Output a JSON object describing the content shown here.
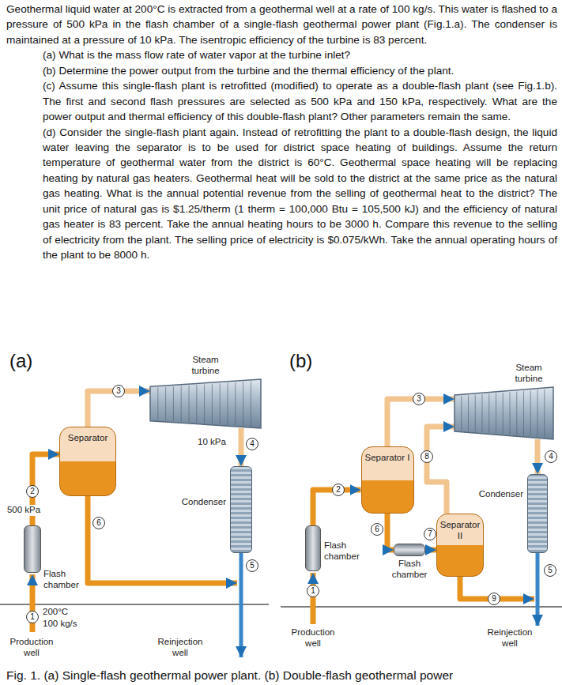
{
  "diagram": {
    "caption": "Fig. 1. (a) Single-flash geothermal power plant. (b) Double-flash geothermal power",
    "nodes": [
      {
        "text": [
          "Steam turbine"
        ]
      },
      {
        "text": [
          "Separator"
        ]
      },
      {
        "text": [
          "Condenser"
        ]
      },
      {
        "text": [
          "Flash chamber"
        ]
      },
      {
        "text": [
          "Steam turbine"
        ]
      },
      {
        "text": [
          "Separator I"
        ]
      },
      {
        "text": [
          "Separator II"
        ]
      },
      {
        "text": [
          "Condenser"
        ]
      },
      {
        "text": [
          "Flash chamber"
        ]
      },
      {
        "text": [
          "Flash chamber"
        ]
      }
    ],
    "edges": [
      {
        "from": 3,
        "to": 1,
        "arrow": "to"
      },
      {
        "from": 1,
        "to": 0,
        "arrow": "to"
      },
      {
        "from": 0,
        "to": 2,
        "arrow": "to"
      },
      {
        "from": 8,
        "to": 5,
        "arrow": "to"
      },
      {
        "from": 5,
        "to": 4,
        "arrow": "to"
      },
      {
        "from": 5,
        "to": 9,
        "arrow": "to"
      },
      {
        "from": 9,
        "to": 6,
        "arrow": "to"
      },
      {
        "from": 6,
        "to": 4,
        "arrow": "to"
      },
      {
        "from": 4,
        "to": 7,
        "arrow": "to"
      }
    ],
    "labels": [
      "Geothermal liquid water at 200°C is extracted from a geothermal well at a rate of 100 kg/s. This water is flashed to a pressure of 500 kPa in the flash chamber of a single-flash geothermal power plant (Fig.1.a). The condenser is maintained at a pressure of 10 kPa. The isentropic efficiency of the turbine is 83 percent.",
      "(a) What is the mass flow rate of water vapor at the turbine inlet?",
      "(b) Determine the power output from the turbine and the thermal efficiency of the plant.",
      "(c) Assume this single-flash plant is retrofitted (modified) to operate as a double-flash plant (see Fig.1.b). The first and second flash pressures are selected as 500 kPa and 150 kPa, respectively. What are the power output and thermal efficiency of this double-flash plant? Other parameters remain the same.",
      "(d) Consider the single-flash plant again. Instead of retrofitting the plant to a double-flash design, the liquid water leaving the separator is to be used for district space heating of buildings. Assume the return temperature of geothermal water from the district is 60°C. Geothermal space heating will be replacing heating by natural gas heaters. Geothermal heat will be sold to the district at the same price as the natural gas heating. What is the annual potential revenue from the selling of geothermal heat to the district? The unit price of natural gas is $1.25/therm (1 therm = 100,000 Btu = 105,500 kJ) and the efficiency of natural gas heater is 83 percent. Take the annual heating hours to be 3000 h. Compare this revenue to the selling of electricity from the plant. The selling price of electricity is $0.075/kWh. Take the annual operating hours of the plant to be 8000 h.",
      "(a)",
      "3",
      "10 kPa",
      "4",
      "2",
      "500 kPa",
      "6",
      "5",
      "1",
      "200°C",
      "100 kg/s",
      "Production well",
      "Reinjection well",
      "(b)",
      "3",
      "8",
      "4",
      "2",
      "6",
      "7",
      "5",
      "9",
      "1",
      "Production well",
      "Reinjection well"
    ]
  }
}
